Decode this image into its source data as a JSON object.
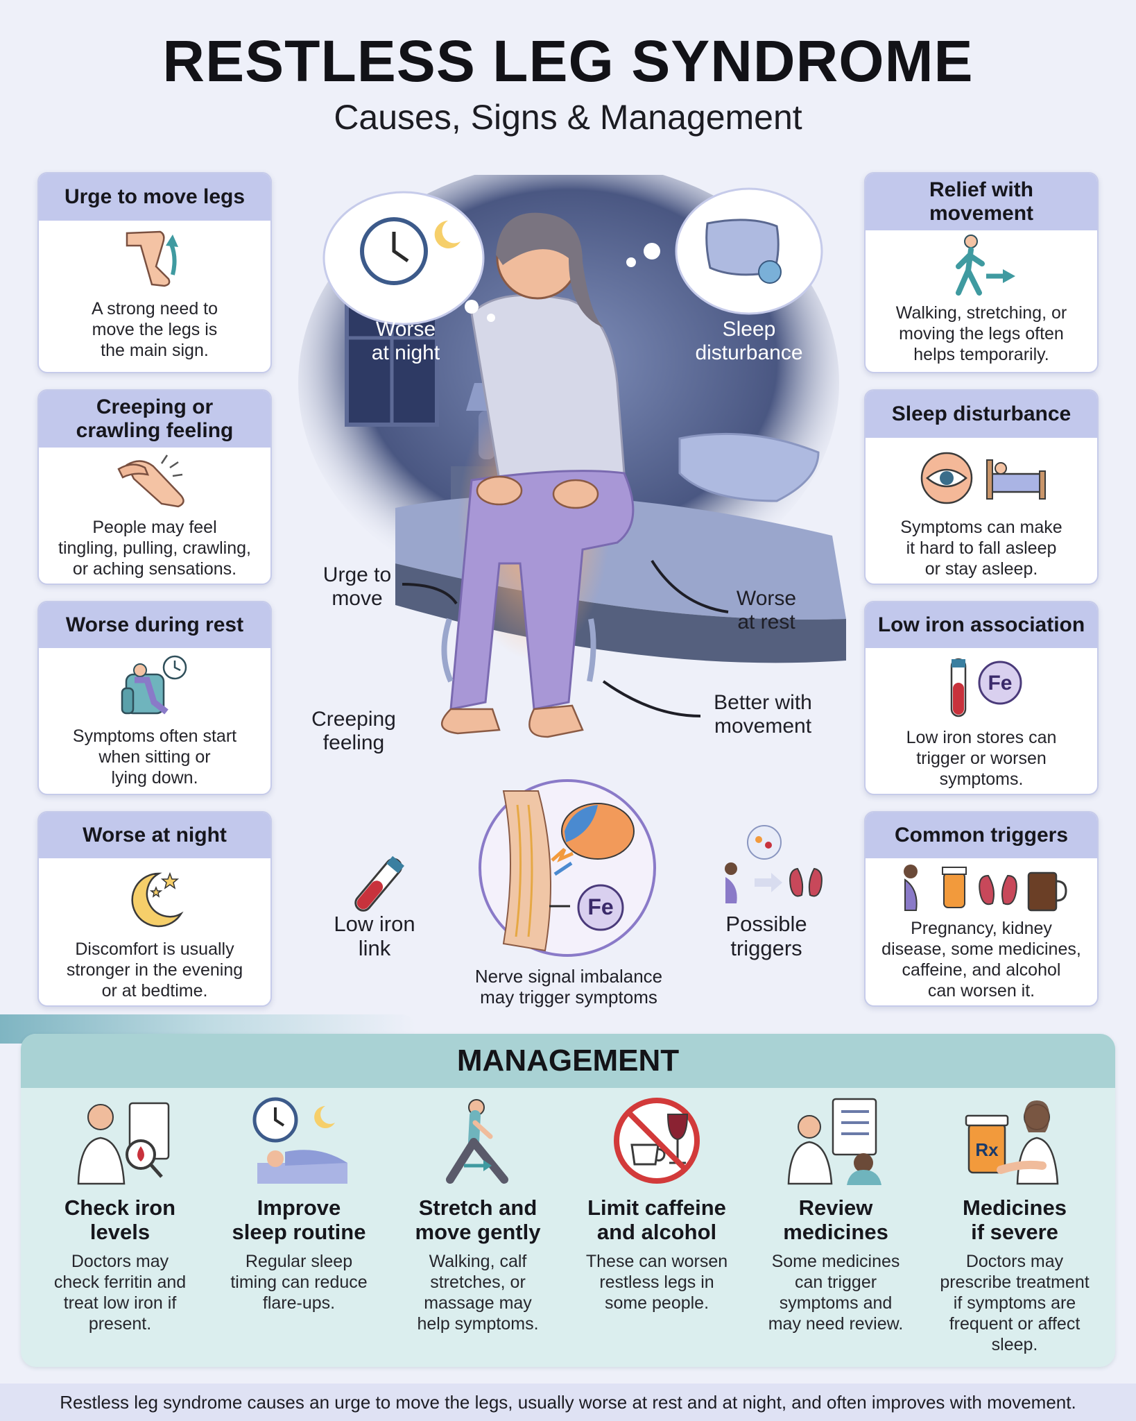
{
  "header": {
    "title": "RESTLESS LEG SYNDROME",
    "subtitle": "Causes, Signs & Management"
  },
  "left_cards": [
    {
      "title": "Urge to move legs",
      "text": [
        "A strong need to",
        "move the legs is",
        "the main sign."
      ],
      "icon": "leg-motion-icon"
    },
    {
      "title": "Creeping or\ncrawling feeling",
      "text": [
        "People may feel",
        "tingling, pulling, crawling,",
        "or aching sensations."
      ],
      "icon": "hand-on-leg-icon"
    },
    {
      "title": "Worse during rest",
      "text": [
        "Symptoms often start",
        "when sitting or",
        "lying down."
      ],
      "icon": "armchair-clock-icon"
    },
    {
      "title": "Worse at night",
      "text": [
        "Discomfort is usually",
        "stronger in the evening",
        "or at bedtime."
      ],
      "icon": "moon-stars-icon"
    }
  ],
  "right_cards": [
    {
      "title": "Relief with\nmovement",
      "text": [
        "Walking, stretching, or",
        "moving the legs often",
        "helps temporarily."
      ],
      "icon": "walking-person-icon"
    },
    {
      "title": "Sleep disturbance",
      "text": [
        "Symptoms can make",
        "it hard to fall asleep",
        "or stay asleep."
      ],
      "icon": "eye-bed-icon"
    },
    {
      "title": "Low iron association",
      "text": [
        "Low iron stores can",
        "trigger or worsen",
        "symptoms."
      ],
      "icon": "blood-tube-iron-icon"
    },
    {
      "title": "Common triggers",
      "text": [
        "Pregnancy, kidney",
        "disease, some medicines,",
        "caffeine, and alcohol",
        "can worsen it."
      ],
      "icon": "triggers-icon"
    }
  ],
  "scene": {
    "bubble_night": [
      "Worse",
      "at night"
    ],
    "bubble_sleep": [
      "Sleep",
      "disturbance"
    ],
    "urge": [
      "Urge to",
      "move"
    ],
    "worse_rest": [
      "Worse",
      "at rest"
    ],
    "creeping": [
      "Creeping",
      "feeling"
    ],
    "better_movement": [
      "Better with",
      "movement"
    ],
    "low_iron": [
      "Low iron",
      "link"
    ],
    "triggers": [
      "Possible",
      "triggers"
    ],
    "nerve": [
      "Nerve signal imbalance",
      "may trigger symptoms"
    ],
    "fe": "Fe"
  },
  "management": {
    "title": "MANAGEMENT",
    "items": [
      {
        "title": [
          "Check iron",
          "levels"
        ],
        "text": [
          "Doctors may",
          "check ferritin and",
          "treat low iron if",
          "present."
        ],
        "icon": "doctor-clipboard-icon"
      },
      {
        "title": [
          "Improve",
          "sleep routine"
        ],
        "text": [
          "Regular sleep",
          "timing can reduce",
          "flare-ups."
        ],
        "icon": "sleep-routine-icon"
      },
      {
        "title": [
          "Stretch and",
          "move gently"
        ],
        "text": [
          "Walking, calf",
          "stretches, or",
          "massage may",
          "help symptoms."
        ],
        "icon": "stretching-person-icon"
      },
      {
        "title": [
          "Limit caffeine",
          "and alcohol"
        ],
        "text": [
          "These can worsen",
          "restless legs in",
          "some people."
        ],
        "icon": "no-caffeine-alcohol-icon"
      },
      {
        "title": [
          "Review",
          "medicines"
        ],
        "text": [
          "Some medicines",
          "can trigger",
          "symptoms and",
          "may need review."
        ],
        "icon": "doctor-review-icon"
      },
      {
        "title": [
          "Medicines",
          "if severe"
        ],
        "text": [
          "Doctors may",
          "prescribe treatment",
          "if symptoms are",
          "frequent or affect",
          "sleep."
        ],
        "icon": "pill-bottle-doctor-icon"
      }
    ]
  },
  "footer": "Restless leg syndrome causes an urge to move the legs, usually worse at rest and at night, and often improves with movement.",
  "colors": {
    "card_header": "#c2c8ec",
    "management_header": "#a9d2d4",
    "management_bg": "#dbeeee",
    "pajama": "#a897d6",
    "accent_red": "#c8323c"
  }
}
